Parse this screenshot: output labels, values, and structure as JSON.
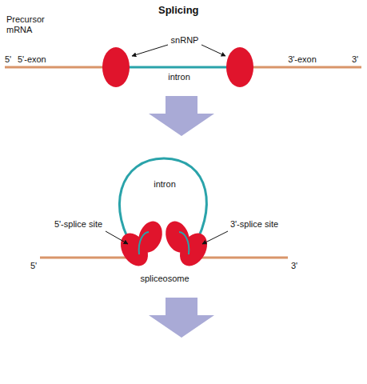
{
  "diagram": {
    "title": "Splicing",
    "labels": [
      "Precursor mRNA",
      "5'",
      "5'-exon",
      "snRNP",
      "intron",
      "3'-exon",
      "3'",
      "intron",
      "5'-splice site",
      "3'-splice site",
      "5'",
      "3'",
      "spliceosome"
    ]
  }
}
